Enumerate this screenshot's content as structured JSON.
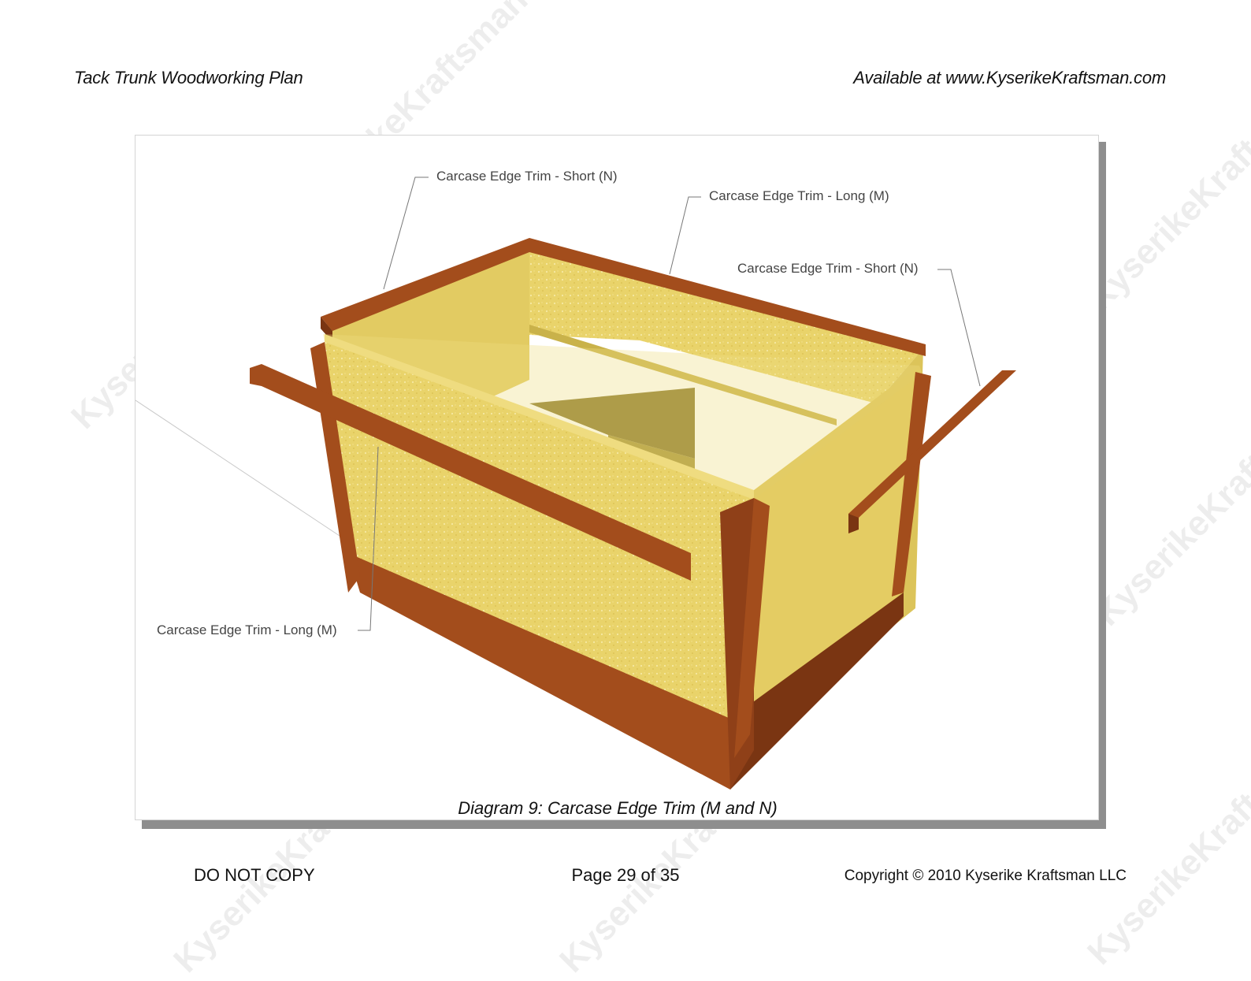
{
  "header": {
    "left": "Tack Trunk Woodworking Plan",
    "right": "Available at www.KyserikeKraftsman.com"
  },
  "figure": {
    "callouts": {
      "top_left": "Carcase Edge Trim - Short (N)",
      "top_center": "Carcase Edge Trim - Long (M)",
      "right": "Carcase Edge Trim - Short (N)",
      "bottom_left": "Carcase Edge Trim - Long (M)"
    },
    "caption": "Diagram 9: Carcase Edge Trim (M and N)",
    "colors": {
      "panel": "#e9d36a",
      "panel_light": "#efdc80",
      "trim": "#a34d1c",
      "trim_dark": "#7a3512",
      "inner_dark": "#8c7a2c"
    }
  },
  "watermark": {
    "text": "KyserikeKraftsman"
  },
  "footer": {
    "left": "DO NOT COPY",
    "center": "Page 29 of 35",
    "right": "Copyright © 2010 Kyserike Kraftsman LLC"
  }
}
